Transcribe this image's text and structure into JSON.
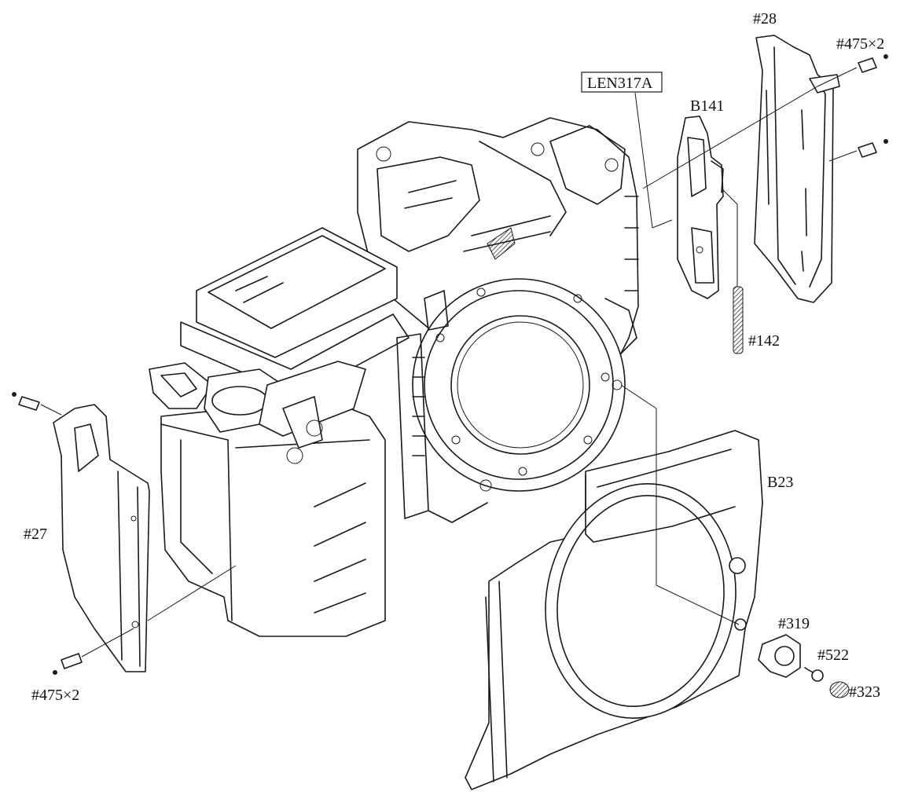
{
  "labels": {
    "p28": "#28",
    "p475_top": "#475×2",
    "len317a": "LEN317A",
    "b141": "B141",
    "p142": "#142",
    "p27": "#27",
    "p475_bottom": "#475×2",
    "b23": "B23",
    "p319": "#319",
    "p522": "#522",
    "p323": "#323"
  },
  "colors": {
    "line": "#1a1a1a",
    "background": "#ffffff"
  }
}
